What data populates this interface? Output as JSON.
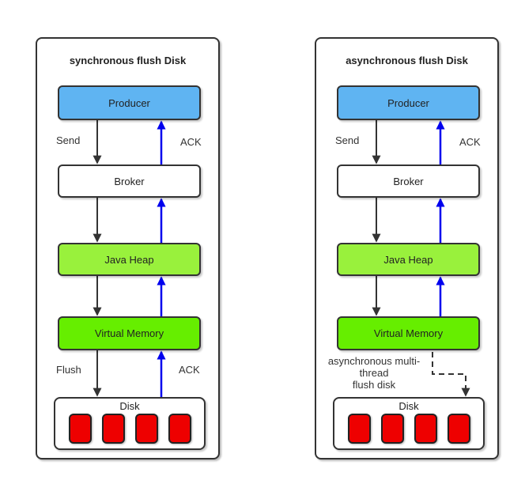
{
  "diagram": {
    "panels": [
      {
        "title": "synchronous flush Disk",
        "nodes": {
          "producer": "Producer",
          "broker": "Broker",
          "java_heap": "Java Heap",
          "virtual_memory": "Virtual Memory",
          "disk": "Disk"
        },
        "edge_labels": {
          "send": "Send",
          "ack_top": "ACK",
          "flush": "Flush",
          "ack_bottom": "ACK"
        }
      },
      {
        "title": "asynchronous flush Disk",
        "nodes": {
          "producer": "Producer",
          "broker": "Broker",
          "java_heap": "Java Heap",
          "virtual_memory": "Virtual Memory",
          "disk": "Disk"
        },
        "edge_labels": {
          "send": "Send",
          "ack_top": "ACK",
          "async_flush_lines": [
            "asynchronous multi-",
            "thread",
            "flush disk"
          ]
        }
      }
    ],
    "colors": {
      "producer_fill": "#5FB4F2",
      "java_heap_fill": "#99F13C",
      "virtual_memory_fill": "#66EE00",
      "disk_block_fill": "#EE0000",
      "flow_arrow": "#333333",
      "ack_arrow": "#0000EE"
    }
  }
}
